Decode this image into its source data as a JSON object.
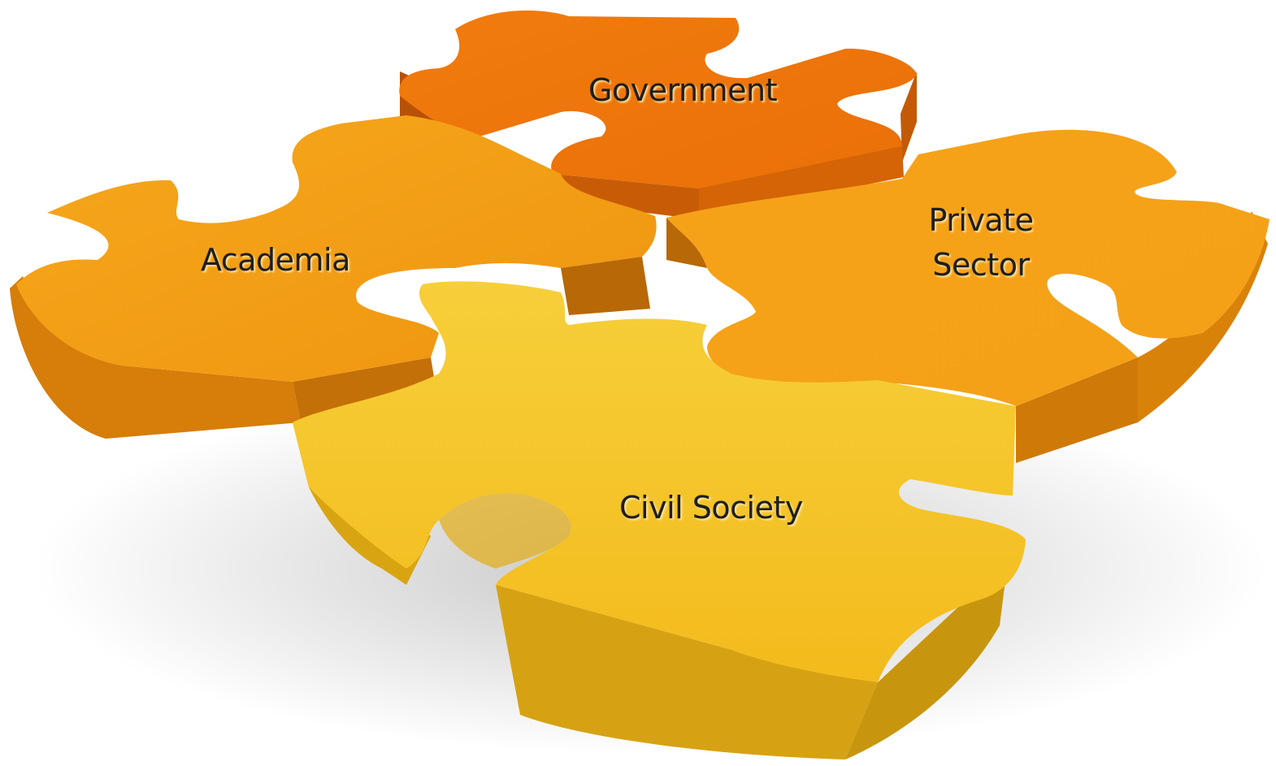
{
  "diagram": {
    "pieces": [
      {
        "id": "government",
        "label": "Government",
        "color": "#e8700a"
      },
      {
        "id": "academia",
        "label": "Academia",
        "color": "#f29a12"
      },
      {
        "id": "private",
        "label_lines": [
          "Private",
          "Sector"
        ],
        "color": "#f5a314"
      },
      {
        "id": "civil",
        "label": "Civil Society",
        "color": "#f5c21e"
      }
    ]
  }
}
